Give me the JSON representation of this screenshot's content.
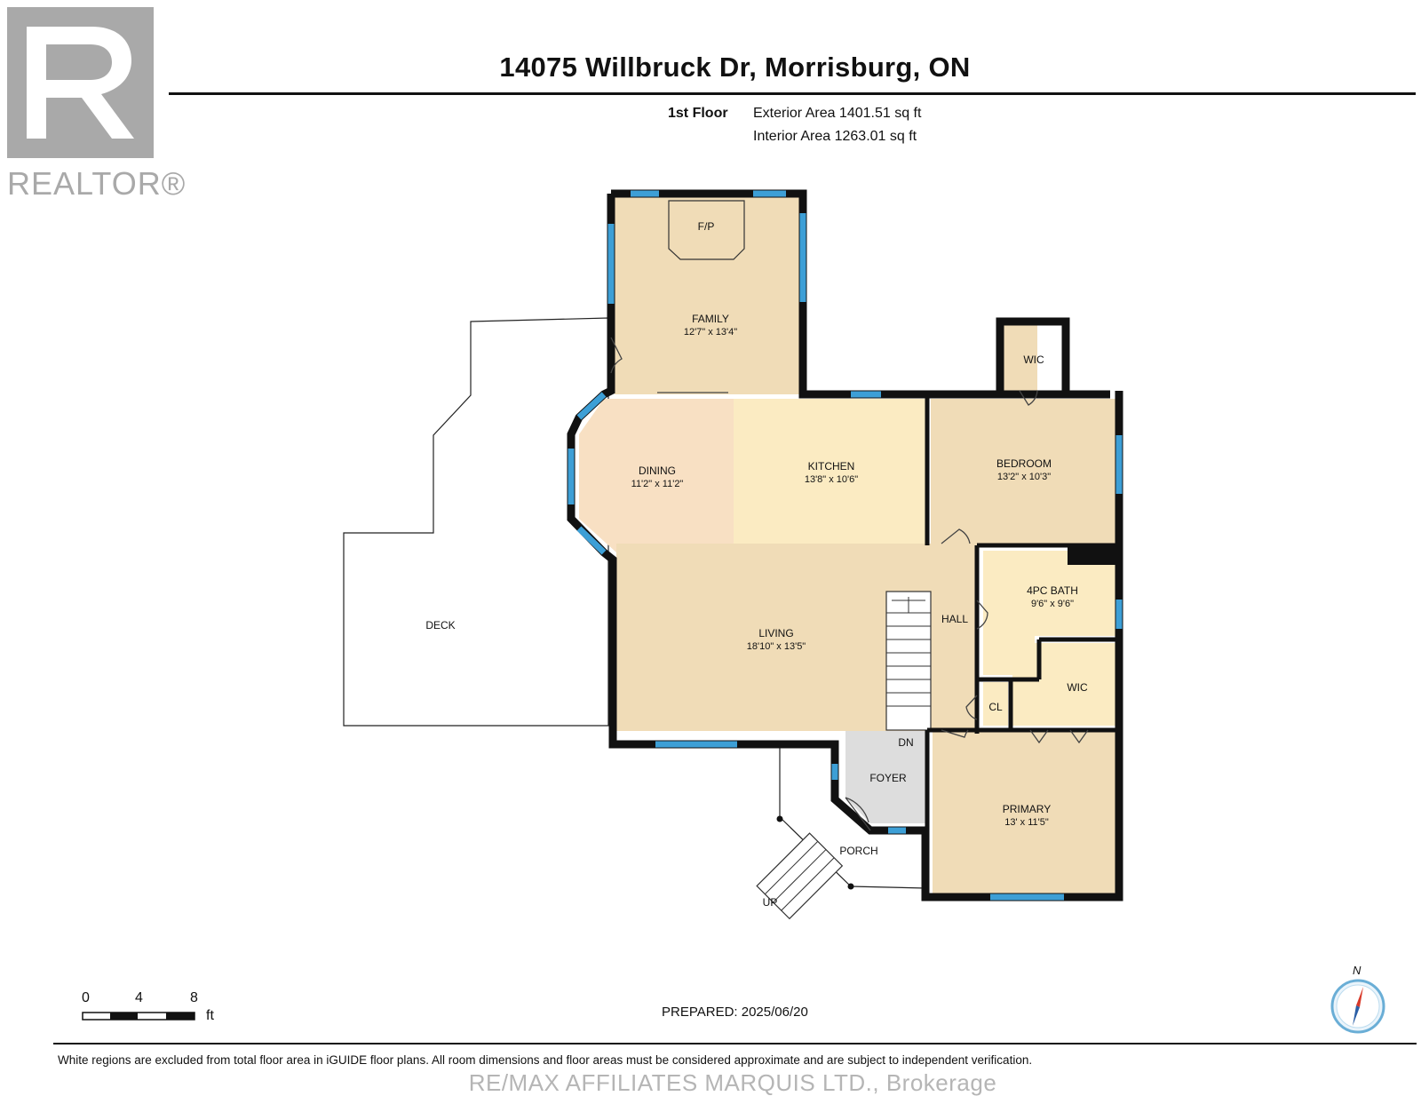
{
  "header": {
    "logo_text": "REALTOR®",
    "title": "14075 Willbruck Dr, Morrisburg, ON",
    "floor_name": "1st Floor",
    "exterior_area": "Exterior Area 1401.51 sq ft",
    "interior_area": "Interior Area 1263.01 sq ft"
  },
  "rooms": {
    "family": {
      "name": "FAMILY",
      "dim": "12'7\" x 13'4\""
    },
    "fireplace": {
      "name": "F/P"
    },
    "dining": {
      "name": "DINING",
      "dim": "11'2\" x 11'2\""
    },
    "kitchen": {
      "name": "KITCHEN",
      "dim": "13'8\" x 10'6\""
    },
    "bedroom": {
      "name": "BEDROOM",
      "dim": "13'2\" x 10'3\""
    },
    "wic_top": {
      "name": "WIC"
    },
    "living": {
      "name": "LIVING",
      "dim": "18'10\" x 13'5\""
    },
    "hall": {
      "name": "HALL"
    },
    "bath": {
      "name": "4PC BATH",
      "dim": "9'6\" x 9'6\""
    },
    "wic_bottom": {
      "name": "WIC"
    },
    "closet": {
      "name": "CL"
    },
    "foyer": {
      "name": "FOYER"
    },
    "primary": {
      "name": "PRIMARY",
      "dim": "13' x 11'5\""
    },
    "deck": {
      "name": "DECK"
    },
    "porch": {
      "name": "PORCH"
    },
    "stairs_down": {
      "name": "DN"
    },
    "stairs_up": {
      "name": "UP"
    }
  },
  "scale": {
    "ticks": [
      "0",
      "4",
      "8"
    ],
    "unit": "ft"
  },
  "prepared": "PREPARED: 2025/06/20",
  "disclaimer": "White regions are excluded from total floor area in iGUIDE floor plans. All room dimensions and floor areas must be considered approximate and are subject to independent verification.",
  "brokerage": "RE/MAX AFFILIATES MARQUIS LTD., Brokerage",
  "compass": {
    "label": "N"
  },
  "colors": {
    "wall": "#111111",
    "window": "#3d9fd6",
    "room_tan": "#f0dcb7",
    "dining": "#f8e0c3",
    "kitchen": "#fbebc2",
    "foyer": "#dddddd",
    "logo": "#a9a9a9",
    "compass_red": "#d83a2a"
  }
}
